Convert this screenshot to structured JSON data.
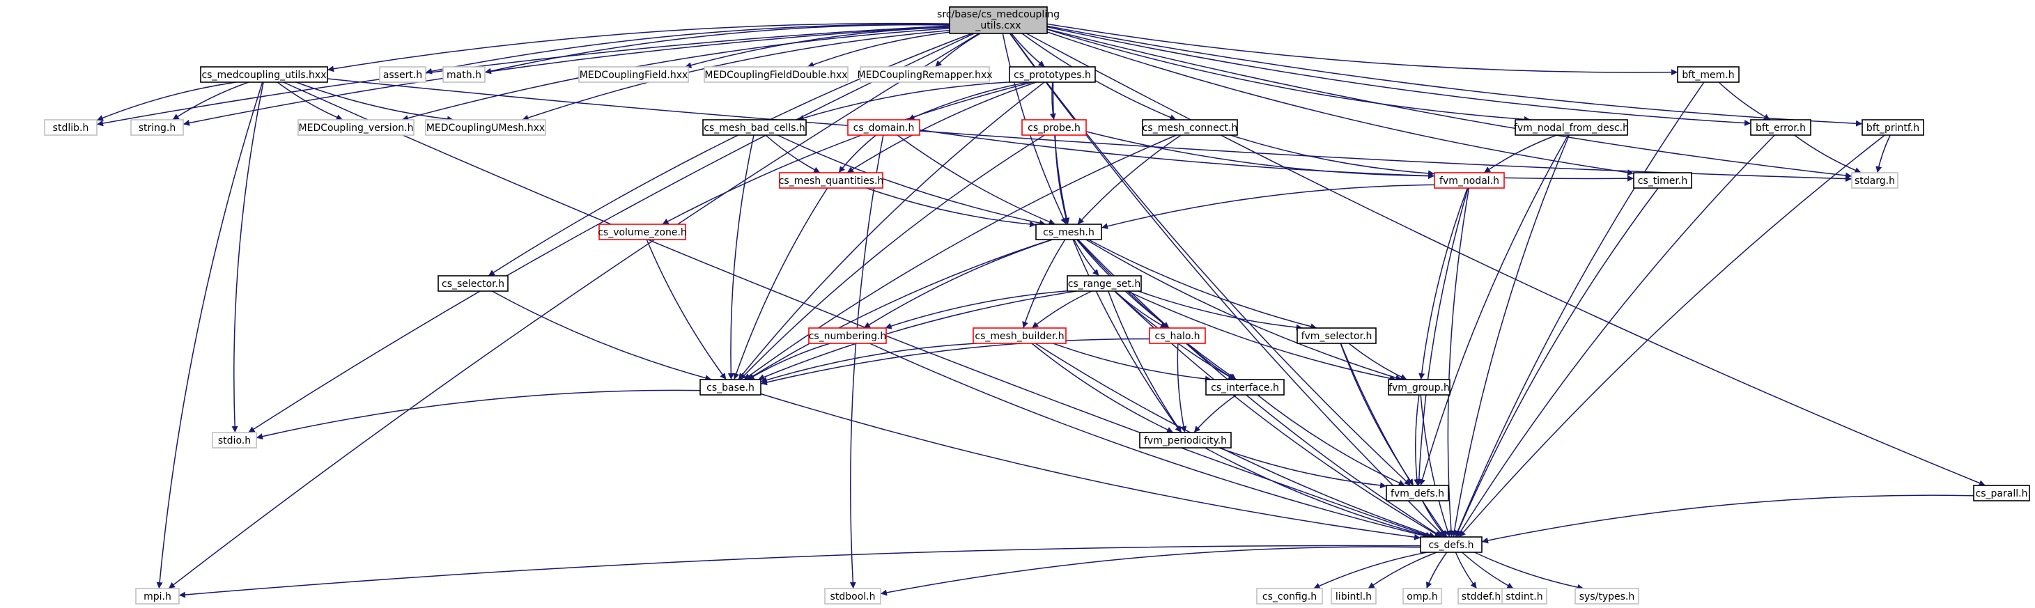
{
  "graph": {
    "root": {
      "id": "root",
      "lines": [
        "src/base/cs_medcoupling",
        "_utils.cxx"
      ]
    },
    "nodes": [
      {
        "id": "stdlib_h",
        "label": "stdlib.h",
        "style": "std"
      },
      {
        "id": "string_h",
        "label": "string.h",
        "style": "std"
      },
      {
        "id": "cs_medcoupling_utils_hxx",
        "label": "cs_medcoupling_utils.hxx",
        "style": "doc"
      },
      {
        "id": "assert_h",
        "label": "assert.h",
        "style": "std"
      },
      {
        "id": "math_h",
        "label": "math.h",
        "style": "std"
      },
      {
        "id": "MEDCouplingField_hxx",
        "label": "MEDCouplingField.hxx",
        "style": "std"
      },
      {
        "id": "MEDCouplingFieldDouble_hxx",
        "label": "MEDCouplingFieldDouble.hxx",
        "style": "std"
      },
      {
        "id": "MEDCouplingRemapper_hxx",
        "label": "MEDCouplingRemapper.hxx",
        "style": "std"
      },
      {
        "id": "cs_prototypes_h",
        "label": "cs_prototypes.h",
        "style": "doc"
      },
      {
        "id": "bft_mem_h",
        "label": "bft_mem.h",
        "style": "doc"
      },
      {
        "id": "MEDCoupling_version_h",
        "label": "MEDCoupling_version.h",
        "style": "std"
      },
      {
        "id": "MEDCouplingUMesh_hxx",
        "label": "MEDCouplingUMesh.hxx",
        "style": "std"
      },
      {
        "id": "cs_mesh_bad_cells_h",
        "label": "cs_mesh_bad_cells.h",
        "style": "doc"
      },
      {
        "id": "cs_domain_h",
        "label": "cs_domain.h",
        "style": "red"
      },
      {
        "id": "cs_probe_h",
        "label": "cs_probe.h",
        "style": "red"
      },
      {
        "id": "cs_mesh_connect_h",
        "label": "cs_mesh_connect.h",
        "style": "doc"
      },
      {
        "id": "fvm_nodal_from_desc_h",
        "label": "fvm_nodal_from_desc.h",
        "style": "doc"
      },
      {
        "id": "bft_error_h",
        "label": "bft_error.h",
        "style": "doc"
      },
      {
        "id": "bft_printf_h",
        "label": "bft_printf.h",
        "style": "doc"
      },
      {
        "id": "cs_mesh_quantities_h",
        "label": "cs_mesh_quantities.h",
        "style": "red"
      },
      {
        "id": "fvm_nodal_h",
        "label": "fvm_nodal.h",
        "style": "red"
      },
      {
        "id": "cs_timer_h",
        "label": "cs_timer.h",
        "style": "doc"
      },
      {
        "id": "stdarg_h",
        "label": "stdarg.h",
        "style": "std"
      },
      {
        "id": "cs_volume_zone_h",
        "label": "cs_volume_zone.h",
        "style": "red"
      },
      {
        "id": "cs_mesh_h",
        "label": "cs_mesh.h",
        "style": "doc"
      },
      {
        "id": "cs_selector_h",
        "label": "cs_selector.h",
        "style": "doc"
      },
      {
        "id": "cs_range_set_h",
        "label": "cs_range_set.h",
        "style": "doc"
      },
      {
        "id": "cs_numbering_h",
        "label": "cs_numbering.h",
        "style": "red"
      },
      {
        "id": "cs_mesh_builder_h",
        "label": "cs_mesh_builder.h",
        "style": "red"
      },
      {
        "id": "cs_halo_h",
        "label": "cs_halo.h",
        "style": "red"
      },
      {
        "id": "fvm_selector_h",
        "label": "fvm_selector.h",
        "style": "doc"
      },
      {
        "id": "cs_base_h",
        "label": "cs_base.h",
        "style": "doc"
      },
      {
        "id": "cs_interface_h",
        "label": "cs_interface.h",
        "style": "doc"
      },
      {
        "id": "fvm_group_h",
        "label": "fvm_group.h",
        "style": "doc"
      },
      {
        "id": "stdio_h",
        "label": "stdio.h",
        "style": "std"
      },
      {
        "id": "fvm_periodicity_h",
        "label": "fvm_periodicity.h",
        "style": "doc"
      },
      {
        "id": "fvm_defs_h",
        "label": "fvm_defs.h",
        "style": "doc"
      },
      {
        "id": "cs_parall_h",
        "label": "cs_parall.h",
        "style": "doc"
      },
      {
        "id": "cs_defs_h",
        "label": "cs_defs.h",
        "style": "doc"
      },
      {
        "id": "mpi_h",
        "label": "mpi.h",
        "style": "std"
      },
      {
        "id": "stdbool_h",
        "label": "stdbool.h",
        "style": "std"
      },
      {
        "id": "cs_config_h",
        "label": "cs_config.h",
        "style": "std"
      },
      {
        "id": "libintl_h",
        "label": "libintl.h",
        "style": "std"
      },
      {
        "id": "omp_h",
        "label": "omp.h",
        "style": "std"
      },
      {
        "id": "stddef_h",
        "label": "stddef.h",
        "style": "std"
      },
      {
        "id": "stdint_h",
        "label": "stdint.h",
        "style": "std"
      },
      {
        "id": "sys_types_h",
        "label": "sys/types.h",
        "style": "std"
      }
    ],
    "edges": [
      [
        "root",
        "stdlib_h"
      ],
      [
        "root",
        "string_h"
      ],
      [
        "root",
        "cs_medcoupling_utils_hxx"
      ],
      [
        "root",
        "assert_h"
      ],
      [
        "root",
        "math_h"
      ],
      [
        "root",
        "MEDCouplingField_hxx"
      ],
      [
        "root",
        "MEDCouplingFieldDouble_hxx"
      ],
      [
        "root",
        "MEDCouplingRemapper_hxx"
      ],
      [
        "root",
        "cs_prototypes_h"
      ],
      [
        "root",
        "bft_mem_h"
      ],
      [
        "root",
        "MEDCoupling_version_h"
      ],
      [
        "root",
        "MEDCouplingUMesh_hxx"
      ],
      [
        "root",
        "stdio_h"
      ],
      [
        "root",
        "mpi_h"
      ],
      [
        "root",
        "cs_selector_h"
      ],
      [
        "root",
        "cs_mesh_h"
      ],
      [
        "root",
        "cs_mesh_connect_h"
      ],
      [
        "root",
        "fvm_nodal_from_desc_h"
      ],
      [
        "root",
        "bft_error_h"
      ],
      [
        "root",
        "bft_printf_h"
      ],
      [
        "root",
        "cs_timer_h"
      ],
      [
        "root",
        "stdarg_h"
      ],
      [
        "root",
        "cs_defs_h"
      ],
      [
        "root",
        "cs_parall_h"
      ],
      [
        "root",
        "fvm_defs_h"
      ],
      [
        "cs_medcoupling_utils_hxx",
        "stdlib_h"
      ],
      [
        "cs_medcoupling_utils_hxx",
        "string_h"
      ],
      [
        "cs_medcoupling_utils_hxx",
        "MEDCoupling_version_h"
      ],
      [
        "cs_medcoupling_utils_hxx",
        "MEDCouplingUMesh_hxx"
      ],
      [
        "cs_medcoupling_utils_hxx",
        "stdio_h"
      ],
      [
        "cs_medcoupling_utils_hxx",
        "mpi_h"
      ],
      [
        "cs_medcoupling_utils_hxx",
        "cs_defs_h"
      ],
      [
        "cs_medcoupling_utils_hxx",
        "stdarg_h"
      ],
      [
        "cs_prototypes_h",
        "cs_base_h"
      ],
      [
        "cs_prototypes_h",
        "cs_mesh_bad_cells_h"
      ],
      [
        "cs_prototypes_h",
        "cs_domain_h"
      ],
      [
        "cs_prototypes_h",
        "cs_probe_h"
      ],
      [
        "cs_prototypes_h",
        "cs_mesh_h"
      ],
      [
        "cs_prototypes_h",
        "cs_mesh_quantities_h"
      ],
      [
        "cs_prototypes_h",
        "cs_volume_zone_h"
      ],
      [
        "bft_mem_h",
        "bft_error_h"
      ],
      [
        "bft_mem_h",
        "cs_defs_h"
      ],
      [
        "cs_mesh_bad_cells_h",
        "cs_base_h"
      ],
      [
        "cs_mesh_bad_cells_h",
        "cs_mesh_h"
      ],
      [
        "cs_mesh_bad_cells_h",
        "cs_mesh_quantities_h"
      ],
      [
        "cs_domain_h",
        "cs_mesh_quantities_h"
      ],
      [
        "cs_domain_h",
        "cs_mesh_h"
      ],
      [
        "cs_domain_h",
        "cs_timer_h"
      ],
      [
        "cs_domain_h",
        "stdbool_h"
      ],
      [
        "cs_probe_h",
        "cs_base_h"
      ],
      [
        "cs_probe_h",
        "cs_mesh_h"
      ],
      [
        "cs_probe_h",
        "fvm_nodal_h"
      ],
      [
        "cs_mesh_connect_h",
        "cs_base_h"
      ],
      [
        "cs_mesh_connect_h",
        "cs_mesh_h"
      ],
      [
        "cs_mesh_connect_h",
        "fvm_nodal_h"
      ],
      [
        "fvm_nodal_from_desc_h",
        "fvm_nodal_h"
      ],
      [
        "fvm_nodal_from_desc_h",
        "fvm_defs_h"
      ],
      [
        "fvm_nodal_from_desc_h",
        "cs_defs_h"
      ],
      [
        "bft_error_h",
        "stdarg_h"
      ],
      [
        "bft_error_h",
        "cs_defs_h"
      ],
      [
        "bft_printf_h",
        "stdarg_h"
      ],
      [
        "bft_printf_h",
        "cs_defs_h"
      ],
      [
        "cs_mesh_quantities_h",
        "cs_base_h"
      ],
      [
        "cs_mesh_quantities_h",
        "cs_mesh_h"
      ],
      [
        "fvm_nodal_h",
        "cs_mesh_h"
      ],
      [
        "fvm_nodal_h",
        "fvm_group_h"
      ],
      [
        "fvm_nodal_h",
        "fvm_defs_h"
      ],
      [
        "fvm_nodal_h",
        "cs_defs_h"
      ],
      [
        "cs_timer_h",
        "cs_defs_h"
      ],
      [
        "cs_volume_zone_h",
        "cs_base_h"
      ],
      [
        "cs_selector_h",
        "cs_base_h"
      ],
      [
        "cs_mesh_h",
        "cs_base_h"
      ],
      [
        "cs_mesh_h",
        "cs_range_set_h"
      ],
      [
        "cs_mesh_h",
        "cs_numbering_h"
      ],
      [
        "cs_mesh_h",
        "cs_mesh_builder_h"
      ],
      [
        "cs_mesh_h",
        "cs_halo_h"
      ],
      [
        "cs_mesh_h",
        "cs_interface_h"
      ],
      [
        "cs_mesh_h",
        "fvm_selector_h"
      ],
      [
        "cs_mesh_h",
        "fvm_group_h"
      ],
      [
        "cs_mesh_h",
        "fvm_periodicity_h"
      ],
      [
        "cs_mesh_h",
        "cs_defs_h"
      ],
      [
        "cs_range_set_h",
        "cs_numbering_h"
      ],
      [
        "cs_range_set_h",
        "cs_mesh_builder_h"
      ],
      [
        "cs_range_set_h",
        "cs_halo_h"
      ],
      [
        "cs_range_set_h",
        "cs_interface_h"
      ],
      [
        "cs_range_set_h",
        "fvm_selector_h"
      ],
      [
        "cs_range_set_h",
        "fvm_group_h"
      ],
      [
        "cs_range_set_h",
        "cs_base_h"
      ],
      [
        "cs_range_set_h",
        "fvm_periodicity_h"
      ],
      [
        "cs_range_set_h",
        "cs_defs_h"
      ],
      [
        "cs_numbering_h",
        "cs_base_h"
      ],
      [
        "cs_numbering_h",
        "cs_defs_h"
      ],
      [
        "cs_mesh_builder_h",
        "cs_base_h"
      ],
      [
        "cs_mesh_builder_h",
        "cs_interface_h"
      ],
      [
        "cs_mesh_builder_h",
        "fvm_periodicity_h"
      ],
      [
        "cs_mesh_builder_h",
        "cs_defs_h"
      ],
      [
        "cs_halo_h",
        "cs_base_h"
      ],
      [
        "cs_halo_h",
        "cs_interface_h"
      ],
      [
        "cs_halo_h",
        "fvm_periodicity_h"
      ],
      [
        "fvm_selector_h",
        "fvm_group_h"
      ],
      [
        "fvm_selector_h",
        "fvm_defs_h"
      ],
      [
        "fvm_selector_h",
        "cs_defs_h"
      ],
      [
        "cs_interface_h",
        "fvm_periodicity_h"
      ],
      [
        "cs_interface_h",
        "fvm_defs_h"
      ],
      [
        "fvm_group_h",
        "fvm_defs_h"
      ],
      [
        "fvm_group_h",
        "cs_defs_h"
      ],
      [
        "cs_base_h",
        "stdio_h"
      ],
      [
        "cs_base_h",
        "cs_defs_h"
      ],
      [
        "fvm_periodicity_h",
        "fvm_defs_h"
      ],
      [
        "fvm_periodicity_h",
        "cs_defs_h"
      ],
      [
        "fvm_defs_h",
        "cs_defs_h"
      ],
      [
        "cs_parall_h",
        "cs_defs_h"
      ],
      [
        "cs_defs_h",
        "mpi_h"
      ],
      [
        "cs_defs_h",
        "stdbool_h"
      ],
      [
        "cs_defs_h",
        "cs_config_h"
      ],
      [
        "cs_defs_h",
        "libintl_h"
      ],
      [
        "cs_defs_h",
        "omp_h"
      ],
      [
        "cs_defs_h",
        "stddef_h"
      ],
      [
        "cs_defs_h",
        "stdint_h"
      ],
      [
        "cs_defs_h",
        "sys_types_h"
      ]
    ]
  },
  "colors": {
    "edge": "#191970",
    "std_border": "#bfbfbf",
    "doc_border": "#000000",
    "red_border": "#ff0000",
    "root_fill": "#bfbfbf"
  }
}
